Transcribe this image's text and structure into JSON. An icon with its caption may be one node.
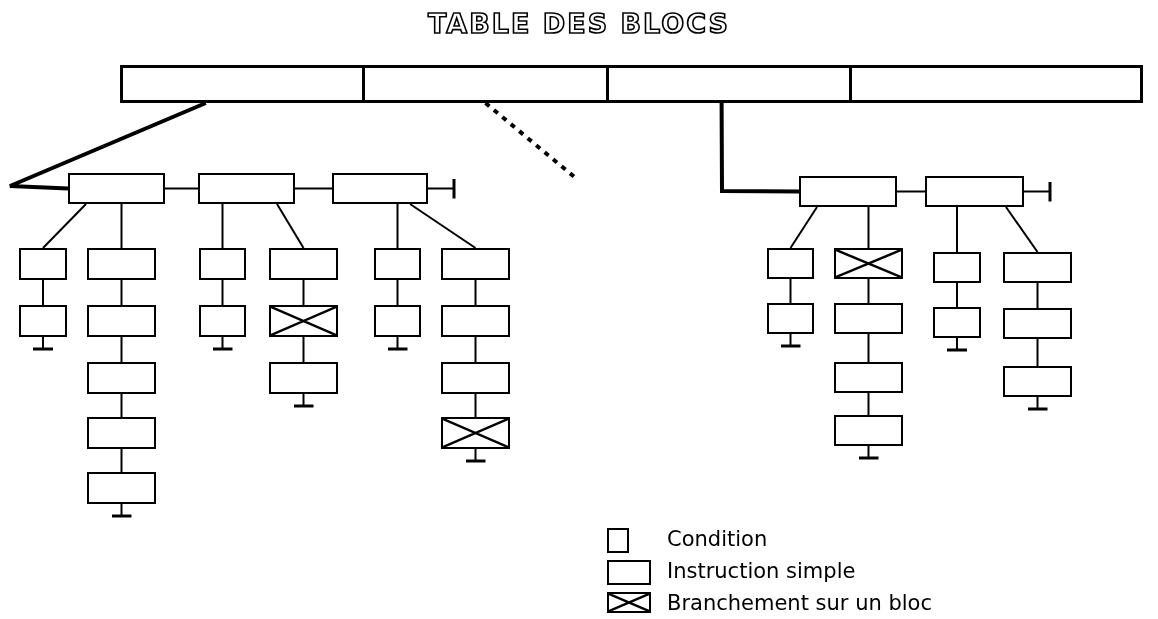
{
  "diagram": {
    "title": "TABLE DES BLOCS",
    "nodes": [
      {
        "text": [],
        "shape": "box"
      },
      {
        "text": [],
        "shape": "box"
      },
      {
        "text": [],
        "shape": "box"
      },
      {
        "text": [],
        "shape": "box"
      },
      {
        "text": [],
        "shape": "box"
      },
      {
        "text": [],
        "shape": "box"
      },
      {
        "text": [],
        "shape": "box"
      },
      {
        "text": [],
        "shape": "box"
      },
      {
        "text": [],
        "shape": "box"
      },
      {
        "text": [],
        "shape": "box"
      },
      {
        "text": [],
        "shape": "box"
      },
      {
        "text": [],
        "shape": "box"
      },
      {
        "text": [],
        "shape": "box"
      },
      {
        "text": [],
        "shape": "box"
      },
      {
        "text": [],
        "shape": "box"
      },
      {
        "text": [],
        "shape": "box"
      },
      {
        "text": [],
        "shape": "box"
      },
      {
        "text": [],
        "shape": "crossed-box"
      },
      {
        "text": [],
        "shape": "box"
      },
      {
        "text": [],
        "shape": "box"
      },
      {
        "text": [],
        "shape": "box"
      },
      {
        "text": [],
        "shape": "box"
      },
      {
        "text": [],
        "shape": "box"
      },
      {
        "text": [],
        "shape": "box"
      },
      {
        "text": [],
        "shape": "crossed-box"
      },
      {
        "text": [],
        "shape": "box"
      },
      {
        "text": [],
        "shape": "box"
      },
      {
        "text": [],
        "shape": "box"
      },
      {
        "text": [],
        "shape": "box"
      },
      {
        "text": [],
        "shape": "crossed-box"
      },
      {
        "text": [],
        "shape": "box"
      },
      {
        "text": [],
        "shape": "box"
      },
      {
        "text": [],
        "shape": "box"
      },
      {
        "text": [],
        "shape": "box"
      },
      {
        "text": [],
        "shape": "box"
      },
      {
        "text": [],
        "shape": "box"
      },
      {
        "text": [],
        "shape": "box"
      },
      {
        "text": [],
        "shape": "box"
      }
    ],
    "edges": [
      {
        "from": 0,
        "to": 4,
        "arrow": "none",
        "style": "thick"
      },
      {
        "from": 1,
        "to": null,
        "arrow": "none",
        "style": "dashed"
      },
      {
        "from": 2,
        "to": 25,
        "arrow": "none",
        "style": "thick"
      },
      {
        "from": 4,
        "to": 5,
        "arrow": "none"
      },
      {
        "from": 5,
        "to": 6,
        "arrow": "none"
      },
      {
        "from": 6,
        "to": null,
        "arrow": "other"
      },
      {
        "from": 4,
        "to": 7,
        "arrow": "none"
      },
      {
        "from": 7,
        "to": 8,
        "arrow": "none"
      },
      {
        "from": 8,
        "to": null,
        "arrow": "other"
      },
      {
        "from": 4,
        "to": 9,
        "arrow": "none"
      },
      {
        "from": 9,
        "to": 10,
        "arrow": "none"
      },
      {
        "from": 10,
        "to": 11,
        "arrow": "none"
      },
      {
        "from": 11,
        "to": 12,
        "arrow": "none"
      },
      {
        "from": 12,
        "to": 13,
        "arrow": "none"
      },
      {
        "from": 13,
        "to": null,
        "arrow": "other"
      },
      {
        "from": 5,
        "to": 14,
        "arrow": "none"
      },
      {
        "from": 14,
        "to": 15,
        "arrow": "none"
      },
      {
        "from": 15,
        "to": null,
        "arrow": "other"
      },
      {
        "from": 5,
        "to": 16,
        "arrow": "none"
      },
      {
        "from": 16,
        "to": 17,
        "arrow": "none"
      },
      {
        "from": 17,
        "to": 18,
        "arrow": "none"
      },
      {
        "from": 18,
        "to": null,
        "arrow": "other"
      },
      {
        "from": 6,
        "to": 19,
        "arrow": "none"
      },
      {
        "from": 19,
        "to": 20,
        "arrow": "none"
      },
      {
        "from": 20,
        "to": null,
        "arrow": "other"
      },
      {
        "from": 6,
        "to": 21,
        "arrow": "none"
      },
      {
        "from": 21,
        "to": 22,
        "arrow": "none"
      },
      {
        "from": 22,
        "to": 23,
        "arrow": "none"
      },
      {
        "from": 23,
        "to": 24,
        "arrow": "none"
      },
      {
        "from": 24,
        "to": null,
        "arrow": "other"
      },
      {
        "from": 25,
        "to": 26,
        "arrow": "none"
      },
      {
        "from": 26,
        "to": null,
        "arrow": "other"
      },
      {
        "from": 25,
        "to": 27,
        "arrow": "none"
      },
      {
        "from": 27,
        "to": 28,
        "arrow": "none"
      },
      {
        "from": 28,
        "to": null,
        "arrow": "other"
      },
      {
        "from": 25,
        "to": 29,
        "arrow": "none"
      },
      {
        "from": 29,
        "to": 30,
        "arrow": "none"
      },
      {
        "from": 30,
        "to": 31,
        "arrow": "none"
      },
      {
        "from": 31,
        "to": 32,
        "arrow": "none"
      },
      {
        "from": 32,
        "to": null,
        "arrow": "other"
      },
      {
        "from": 26,
        "to": 33,
        "arrow": "none"
      },
      {
        "from": 33,
        "to": 34,
        "arrow": "none"
      },
      {
        "from": 34,
        "to": null,
        "arrow": "other"
      },
      {
        "from": 26,
        "to": 35,
        "arrow": "none"
      },
      {
        "from": 35,
        "to": 36,
        "arrow": "none"
      },
      {
        "from": 36,
        "to": 37,
        "arrow": "none"
      },
      {
        "from": 37,
        "to": null,
        "arrow": "other"
      }
    ],
    "legend": [
      {
        "text": "Condition"
      },
      {
        "text": "Instruction simple"
      },
      {
        "text": "Branchement sur un bloc"
      }
    ]
  }
}
